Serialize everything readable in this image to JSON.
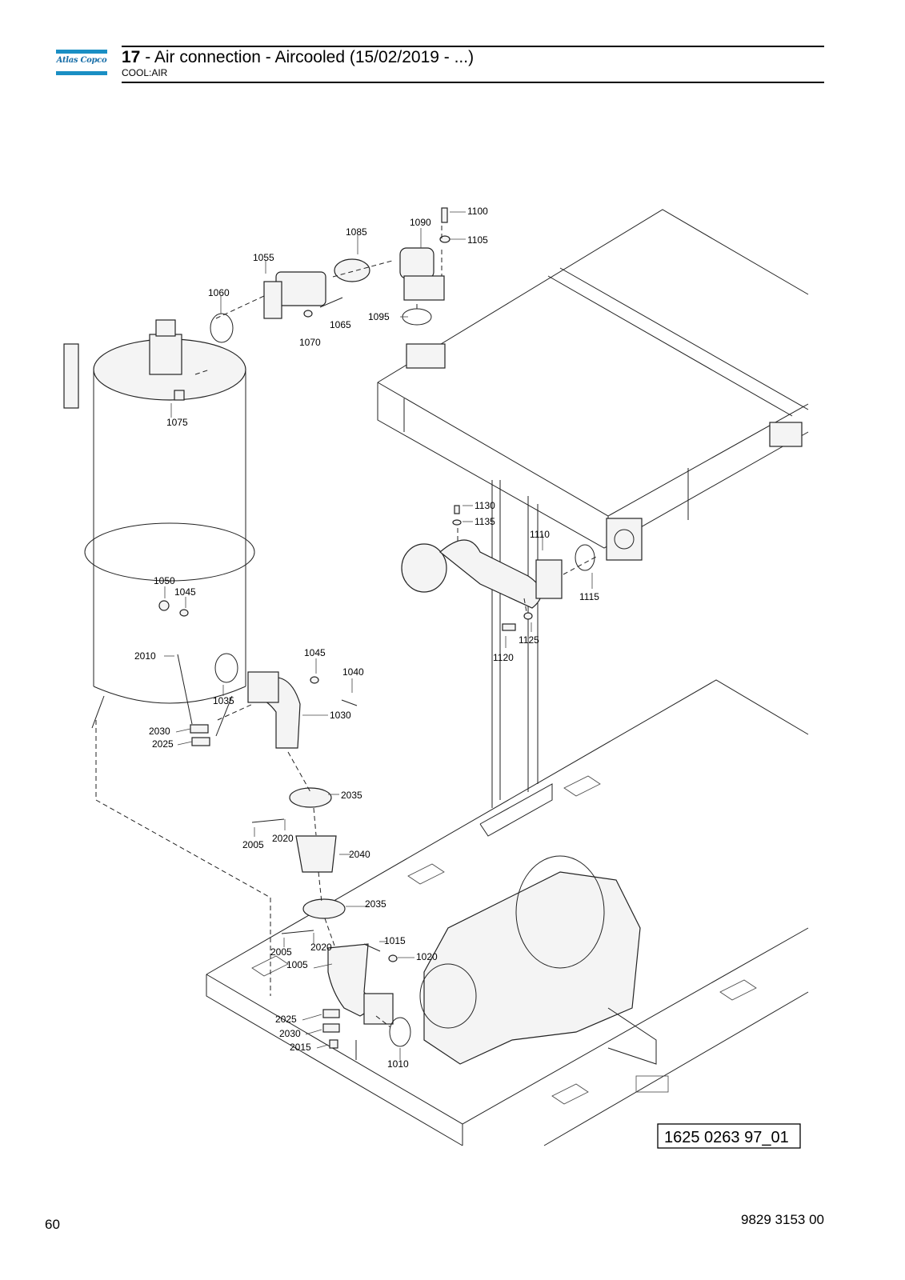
{
  "header": {
    "logo_text": "Atlas Copco",
    "section_number": "17",
    "title": "- Air connection - Aircooled (15/02/2019 - ...)",
    "subtitle": "COOL:AIR"
  },
  "figure": {
    "reference": "1625 0263 97_01",
    "part_callouts": [
      "1100",
      "1105",
      "1090",
      "1085",
      "1055",
      "1060",
      "1065",
      "1070",
      "1095",
      "1075",
      "1130",
      "1135",
      "1110",
      "1115",
      "1120",
      "1125",
      "1050",
      "1045",
      "2010",
      "1035",
      "1045",
      "1040",
      "1030",
      "2030",
      "2025",
      "2035",
      "2005",
      "2020",
      "2040",
      "2035",
      "1015",
      "1020",
      "2005",
      "2020",
      "1005",
      "2025",
      "2030",
      "2015",
      "1010"
    ]
  },
  "footer": {
    "page_number": "60",
    "document_number": "9829 3153 00"
  }
}
